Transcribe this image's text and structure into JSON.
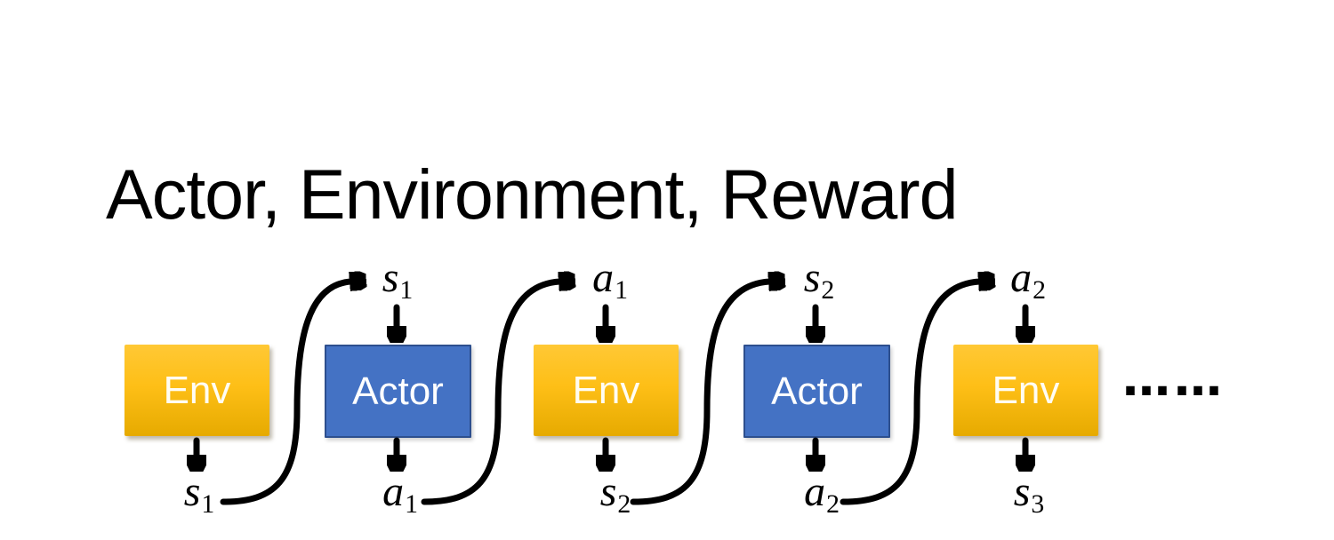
{
  "title": "Actor, Environment, Reward",
  "diagram": {
    "boxes": [
      {
        "label": "Env",
        "type": "env"
      },
      {
        "label": "Actor",
        "type": "actor"
      },
      {
        "label": "Env",
        "type": "env"
      },
      {
        "label": "Actor",
        "type": "actor"
      },
      {
        "label": "Env",
        "type": "env"
      }
    ],
    "top_labels": [
      {
        "base": "s",
        "sub": "1"
      },
      {
        "base": "a",
        "sub": "1"
      },
      {
        "base": "s",
        "sub": "2"
      },
      {
        "base": "a",
        "sub": "2"
      }
    ],
    "bottom_labels": [
      {
        "base": "s",
        "sub": "1"
      },
      {
        "base": "a",
        "sub": "1"
      },
      {
        "base": "s",
        "sub": "2"
      },
      {
        "base": "a",
        "sub": "2"
      },
      {
        "base": "s",
        "sub": "3"
      }
    ],
    "ellipsis": "……",
    "colors": {
      "env_gradient_top": "#FFC835",
      "env_gradient_bottom": "#E6AA00",
      "actor_fill": "#4472C4",
      "actor_border": "#2D4F8E",
      "arrow": "#000000",
      "title_text": "#000000",
      "box_text": "#FFFFFF"
    }
  }
}
